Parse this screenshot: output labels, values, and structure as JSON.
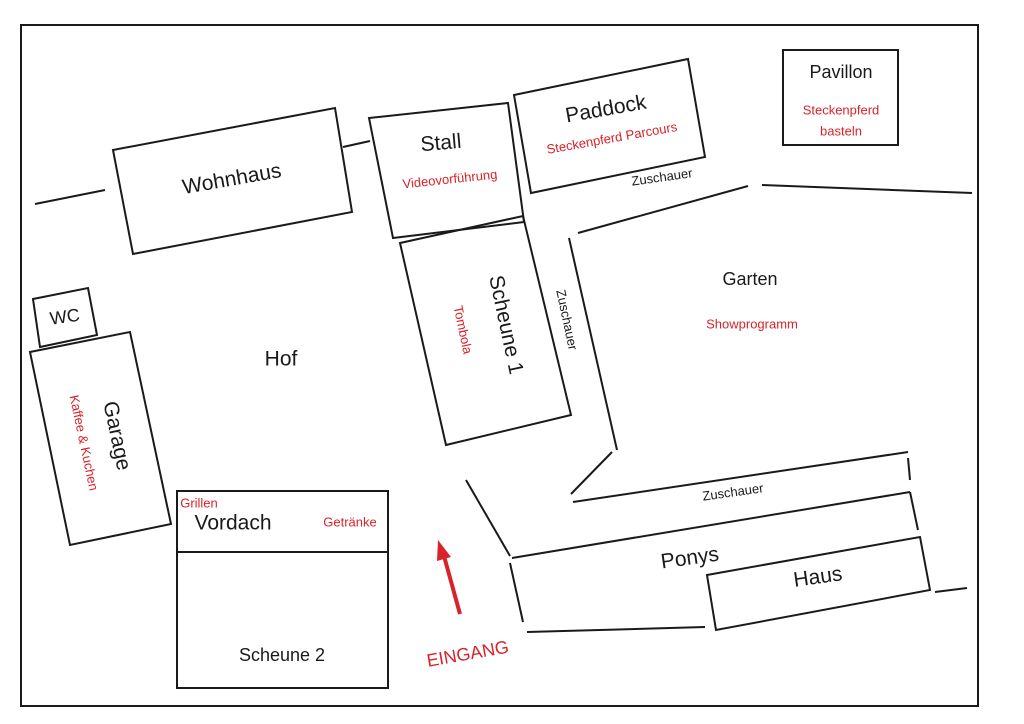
{
  "labels": {
    "wohnhaus": "Wohnhaus",
    "stall": "Stall",
    "stall_activity": "Videovorführung",
    "paddock": "Paddock",
    "paddock_activity": "Steckenpferd Parcours",
    "pavillon": "Pavillon",
    "pavillon_activity_1": "Steckenpferd",
    "pavillon_activity_2": "basteln",
    "zuschauer_top": "Zuschauer",
    "scheune1": "Scheune 1",
    "scheune1_activity": "Tombola",
    "zuschauer_side": "Zuschauer",
    "garten": "Garten",
    "garten_activity": "Showprogramm",
    "wc": "WC",
    "garage": "Garage",
    "garage_activity": "Kaffee & Kuchen",
    "hof": "Hof",
    "grillen": "Grillen",
    "vordach": "Vordach",
    "getraenke": "Getränke",
    "scheune2": "Scheune 2",
    "eingang": "EINGANG",
    "zuschauer_bottom": "Zuschauer",
    "ponys": "Ponys",
    "haus": "Haus"
  },
  "colors": {
    "ink": "#1a1a1a",
    "accent": "#d8232a"
  }
}
